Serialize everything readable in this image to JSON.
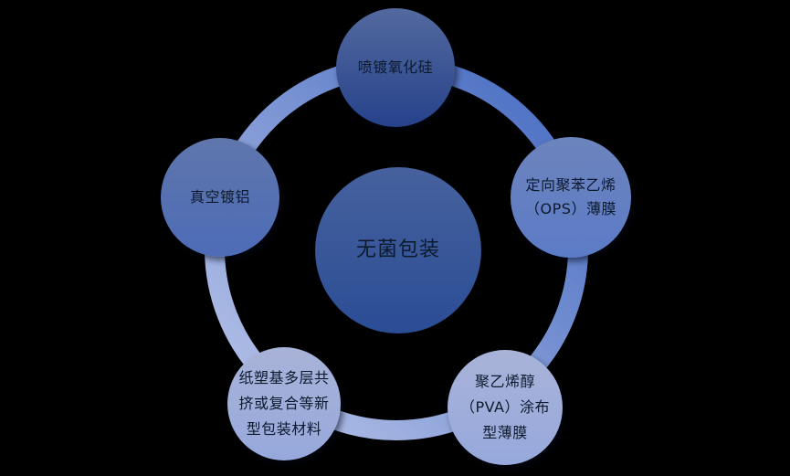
{
  "diagram": {
    "type": "cycle",
    "center": {
      "label": "无菌包装"
    },
    "nodes": {
      "top": {
        "label": "喷镀氧化硅"
      },
      "right": {
        "label": "定向聚苯乙烯\n（OPS）薄膜"
      },
      "bottom_right": {
        "label": "聚乙烯醇\n（PVA）涂布\n型薄膜"
      },
      "bottom_left": {
        "label": "纸塑基多层共\n挤或复合等新\n型包装材料"
      },
      "left": {
        "label": "真空镀铝"
      }
    },
    "colors": {
      "background": "#000000",
      "text": "#0d1a2e",
      "ring_dark": "#4268c0",
      "ring_light": "#bcc7ea",
      "node_top_a": "#53699e",
      "node_top_b": "#26428b",
      "node_center_a": "#46619d",
      "node_center_b": "#2b4d95",
      "node_left_a": "#5f76ac",
      "node_left_b": "#4d6cb7",
      "node_right_a": "#6d84bc",
      "node_right_b": "#5c7bc7",
      "node_bottom_a": "#a9b3d8",
      "node_bottom_b": "#96a8dc"
    }
  }
}
